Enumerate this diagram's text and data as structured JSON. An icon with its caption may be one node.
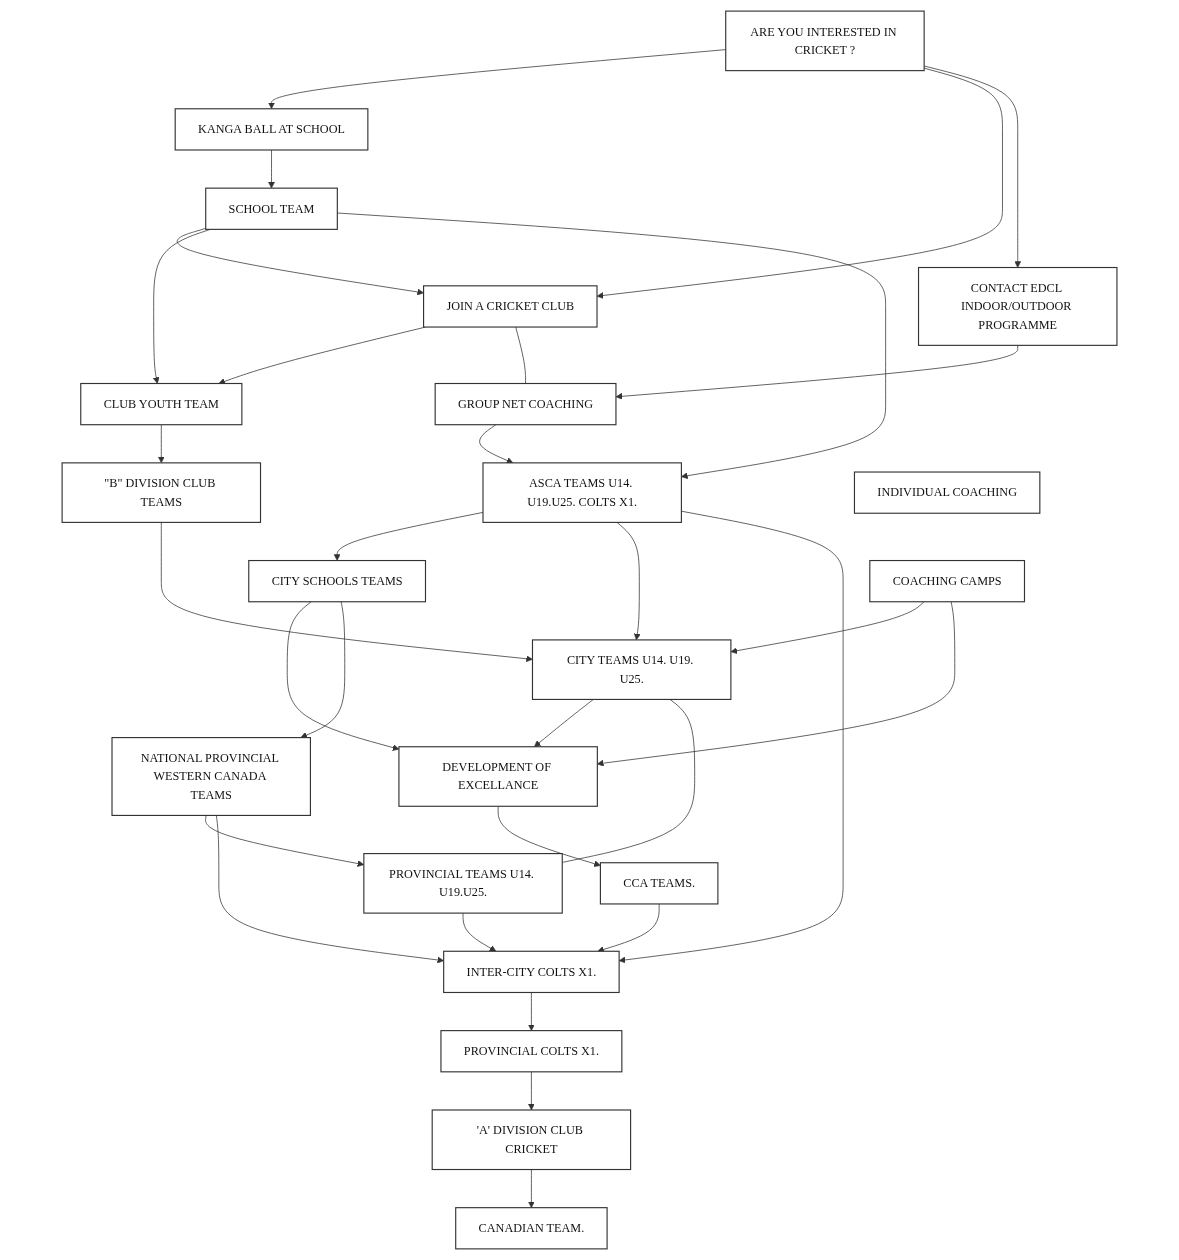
{
  "diagram": {
    "nodes": [
      {
        "text": [
          "ARE YOU INTERESTED IN CRICKET ?"
        ]
      },
      {
        "text": [
          "KANGA BALL AT SCHOOL"
        ]
      },
      {
        "text": [
          "JOIN A CRICKET CLUB"
        ]
      },
      {
        "text": [
          "CONTACT EDCL INDOOR/OUTDOOR PROGRAMME"
        ]
      },
      {
        "text": [
          "SCHOOL TEAM"
        ]
      },
      {
        "text": [
          "CLUB YOUTH TEAM"
        ]
      },
      {
        "text": [
          "GROUP NET COACHING"
        ]
      },
      {
        "text": [
          "ASCA TEAMS U14. U19.U25. COLTS X1."
        ]
      },
      {
        "text": [
          "\"B\" DIVISION CLUB TEAMS"
        ]
      },
      {
        "text": [
          "INDIVIDUAL COACHING"
        ]
      },
      {
        "text": [
          "COACHING CAMPS"
        ]
      },
      {
        "text": [
          "CITY SCHOOLS TEAMS"
        ]
      },
      {
        "text": [
          "CITY TEAMS U14. U19. U25."
        ]
      },
      {
        "text": [
          "DEVELOPMENT OF EXCELLANCE"
        ]
      },
      {
        "text": [
          "NATIONAL PROVINCIAL WESTERN CANADA TEAMS"
        ]
      },
      {
        "text": [
          "PROVINCIAL TEAMS U14. U19.U25."
        ]
      },
      {
        "text": [
          "CCA TEAMS."
        ]
      },
      {
        "text": [
          "INTER-CITY COLTS X1."
        ]
      },
      {
        "text": [
          "PROVINCIAL COLTS X1."
        ]
      },
      {
        "text": [
          "'A' DIVISION CLUB CRICKET"
        ]
      },
      {
        "text": [
          "CANADIAN TEAM."
        ]
      }
    ],
    "edges": [
      {
        "from": 0,
        "to": 1,
        "arrow": "to"
      },
      {
        "from": 0,
        "to": 2,
        "arrow": "to"
      },
      {
        "from": 0,
        "to": 3,
        "arrow": "to"
      },
      {
        "from": 1,
        "to": 4,
        "arrow": "to"
      },
      {
        "from": 4,
        "to": 2,
        "arrow": "to"
      },
      {
        "from": 4,
        "to": 5,
        "arrow": "to"
      },
      {
        "from": 2,
        "to": 5,
        "arrow": "to"
      },
      {
        "from": 3,
        "to": 6,
        "arrow": "to"
      },
      {
        "from": 2,
        "to": 6,
        "arrow": "none"
      },
      {
        "from": 6,
        "to": 7,
        "arrow": "to"
      },
      {
        "from": 4,
        "to": 7,
        "arrow": "to"
      },
      {
        "from": 5,
        "to": 8,
        "arrow": "to"
      },
      {
        "from": 7,
        "to": 11,
        "arrow": "to"
      },
      {
        "from": 7,
        "to": 12,
        "arrow": "to"
      },
      {
        "from": 7,
        "to": 17,
        "arrow": "to"
      },
      {
        "from": 8,
        "to": 12,
        "arrow": "to"
      },
      {
        "from": 10,
        "to": 12,
        "arrow": "to"
      },
      {
        "from": 10,
        "to": 13,
        "arrow": "to"
      },
      {
        "from": 12,
        "to": 13,
        "arrow": "to"
      },
      {
        "from": 11,
        "to": 13,
        "arrow": "to"
      },
      {
        "from": 12,
        "to": 15,
        "arrow": "none"
      },
      {
        "from": 11,
        "to": 14,
        "arrow": "to"
      },
      {
        "from": 14,
        "to": 15,
        "arrow": "to"
      },
      {
        "from": 13,
        "to": 16,
        "arrow": "to"
      },
      {
        "from": 14,
        "to": 17,
        "arrow": "to"
      },
      {
        "from": 15,
        "to": 17,
        "arrow": "to"
      },
      {
        "from": 16,
        "to": 17,
        "arrow": "to"
      },
      {
        "from": 17,
        "to": 18,
        "arrow": "to"
      },
      {
        "from": 18,
        "to": 19,
        "arrow": "to"
      },
      {
        "from": 19,
        "to": 20,
        "arrow": "to"
      }
    ]
  }
}
